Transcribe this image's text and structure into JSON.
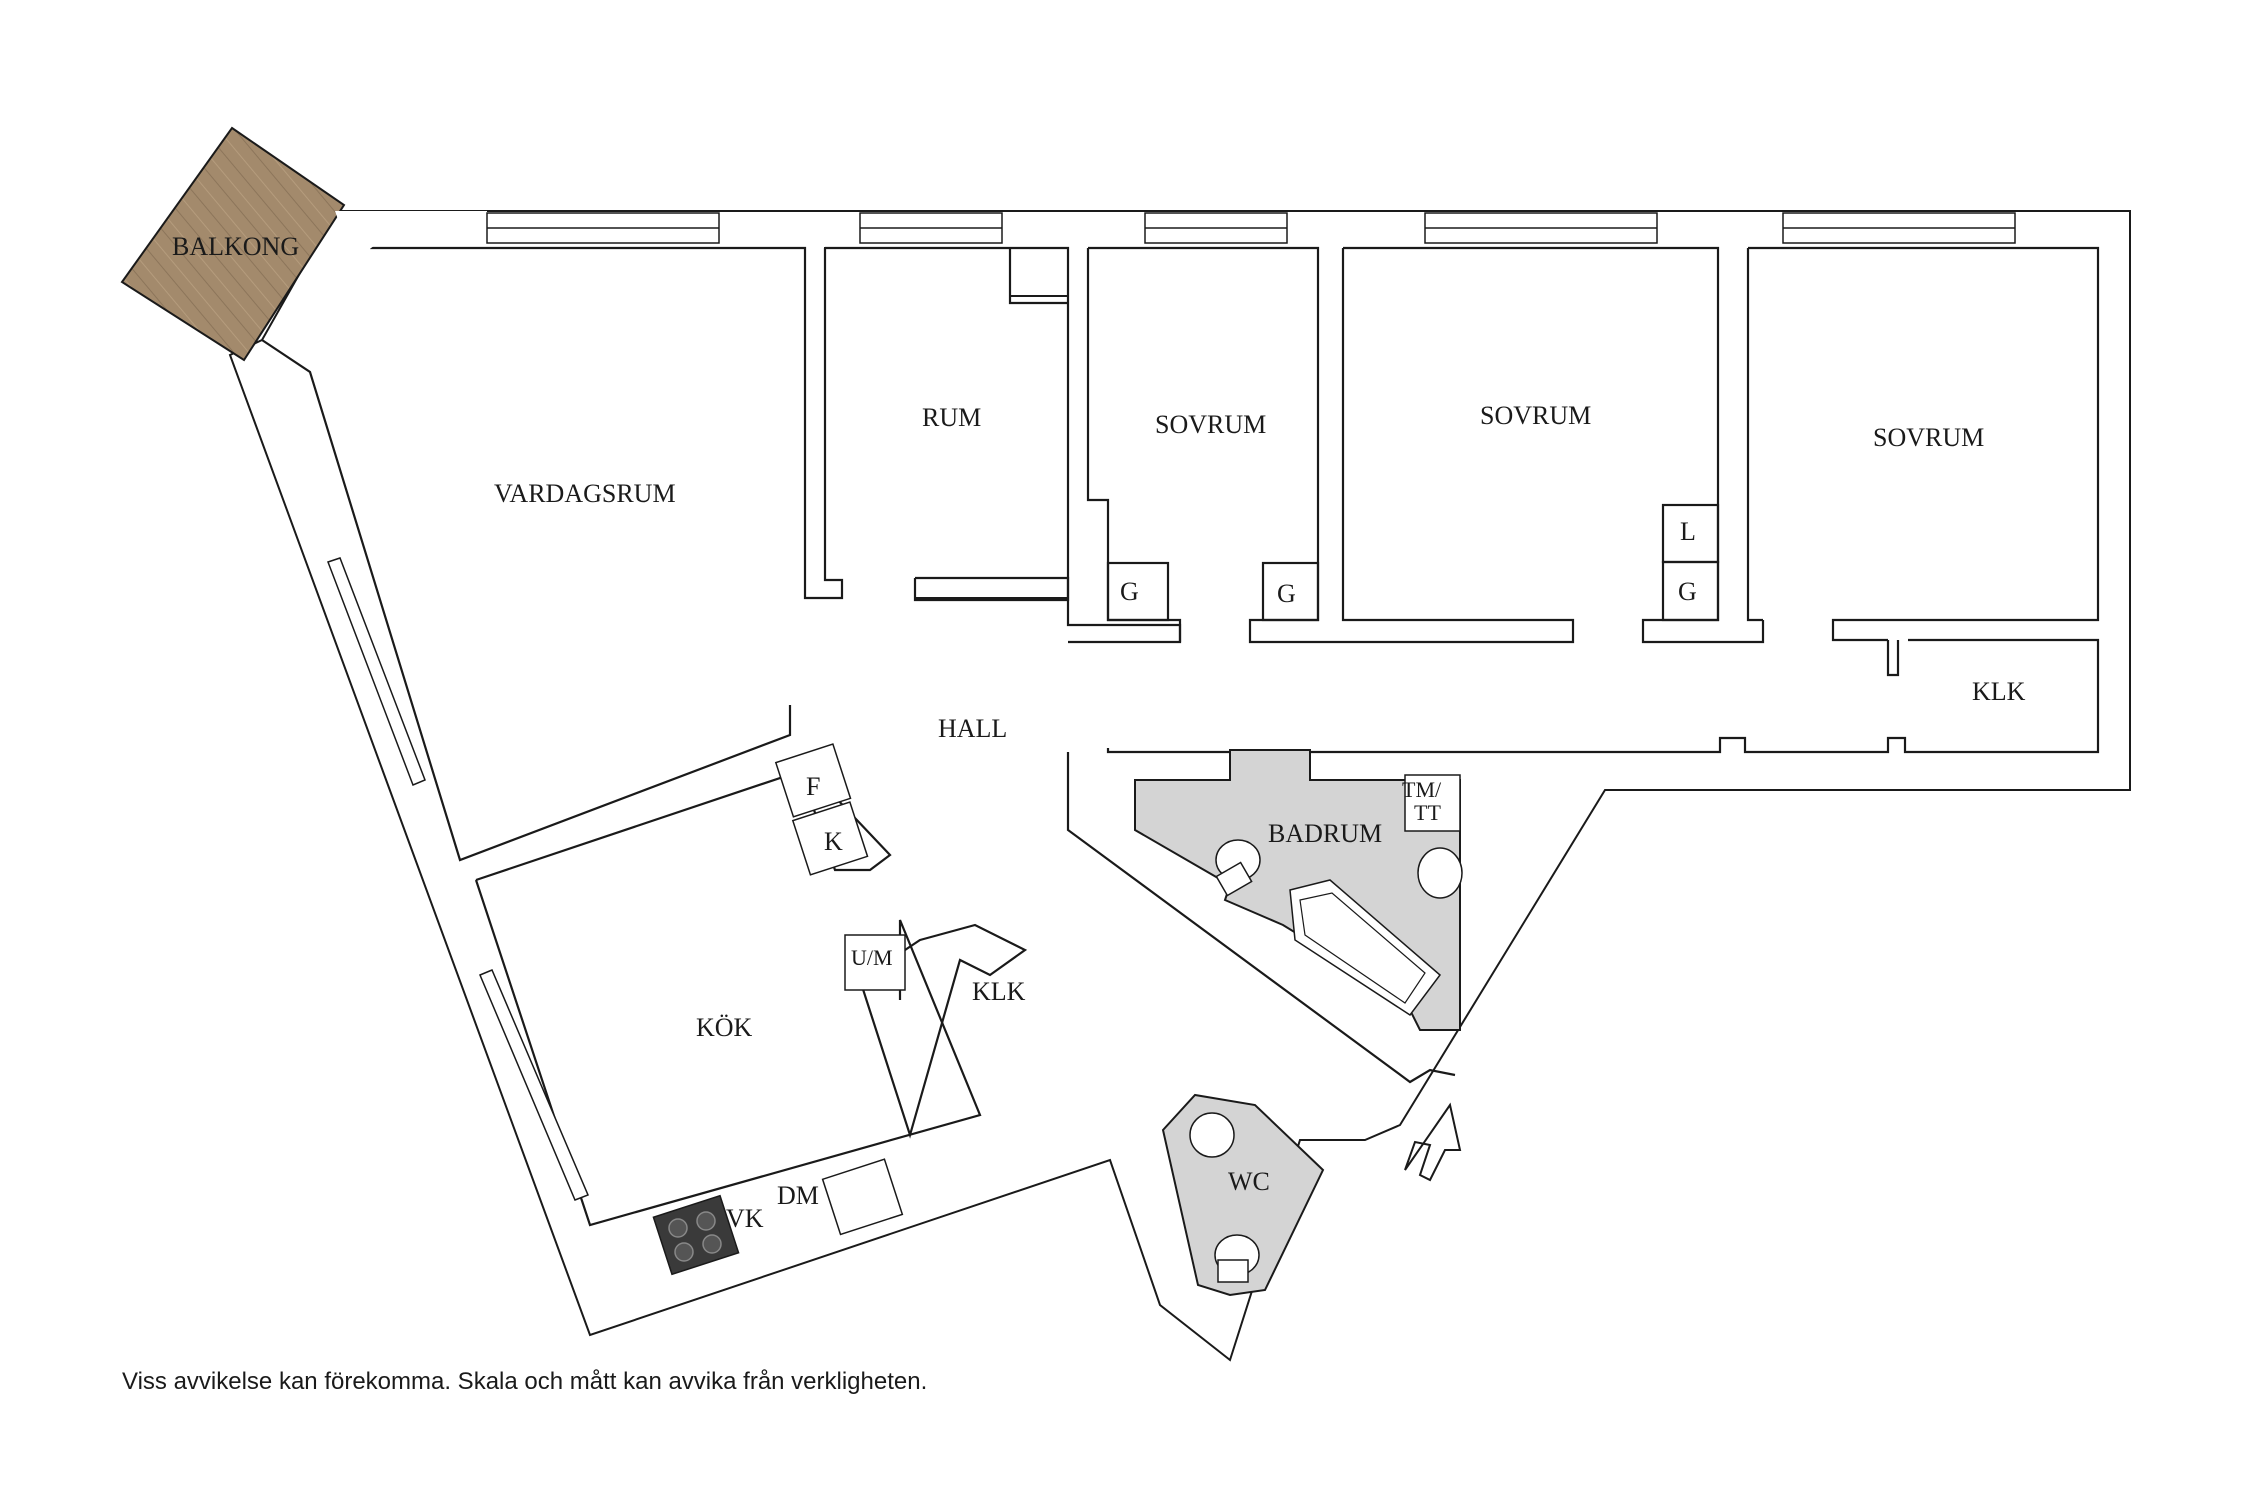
{
  "rooms": {
    "balkong": "BALKONG",
    "vardagsrum": "VARDAGSRUM",
    "rum": "RUM",
    "sovrum_1": "SOVRUM",
    "sovrum_2": "SOVRUM",
    "sovrum_3": "SOVRUM",
    "hall": "HALL",
    "klk_right": "KLK",
    "klk_center": "KLK",
    "badrum": "BADRUM",
    "kok": "KÖK",
    "wc": "WC"
  },
  "fixtures": {
    "g1": "G",
    "g2": "G",
    "g3": "G",
    "l": "L",
    "f": "F",
    "k": "K",
    "um": "U/M",
    "tm": "TM/",
    "tt": "TT",
    "vk": "VK",
    "dm": "DM"
  },
  "colors": {
    "wall": "#ffffff",
    "wall_stroke": "#1a1a1a",
    "wet_room": "#d4d4d4",
    "balcony_wood": "#a0876a",
    "stove": "#3a3a3a"
  },
  "disclaimer": "Viss avvikelse kan förekomma. Skala och mått kan avvika från verkligheten."
}
